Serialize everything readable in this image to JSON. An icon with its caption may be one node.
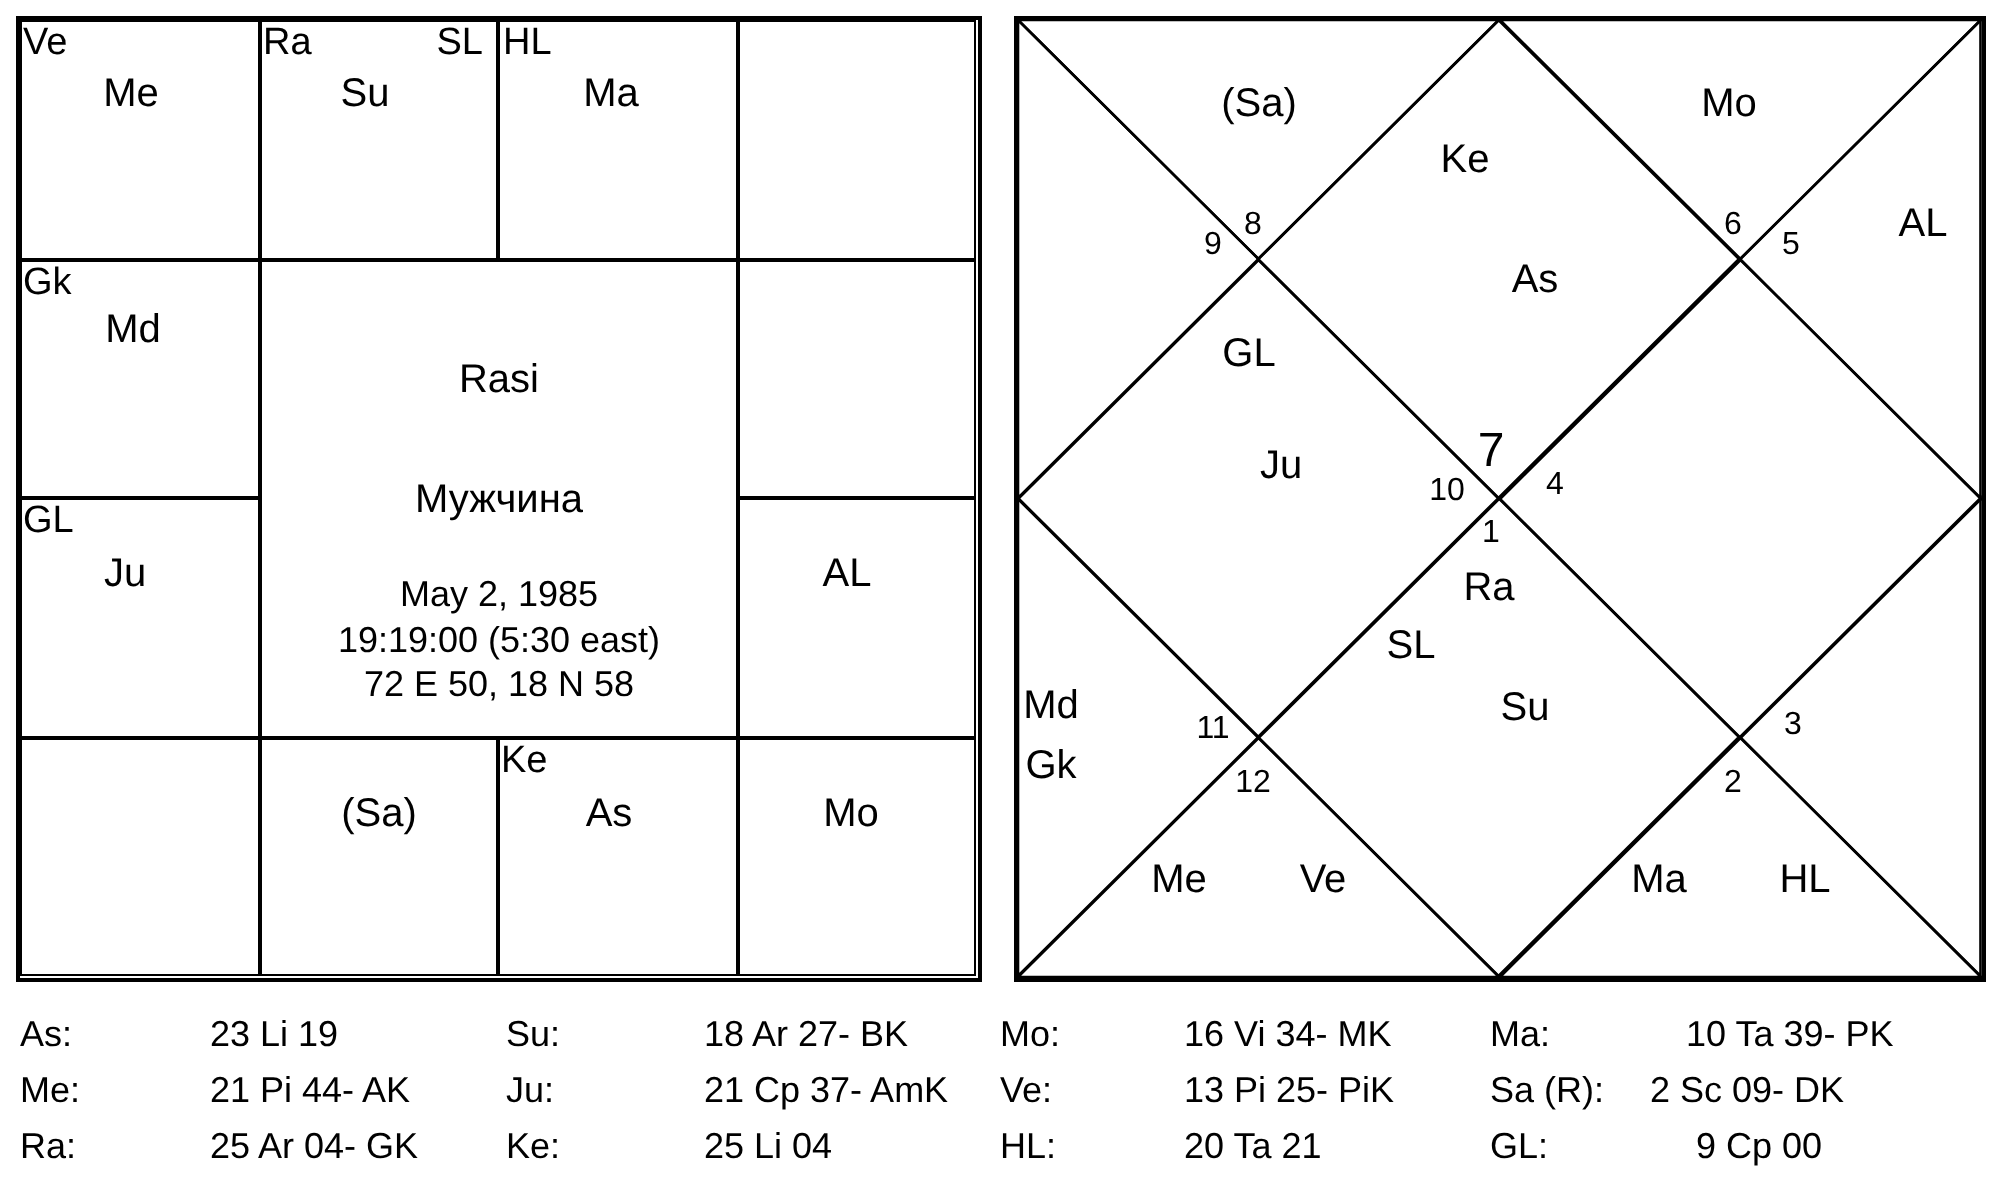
{
  "diagram": {
    "nodes": [
      {
        "text": [],
        "shape": "box"
      },
      {
        "text": [
          "Ve",
          "Me"
        ],
        "in": 0
      },
      {
        "text": [
          "Ra",
          "SL",
          "Su"
        ],
        "in": 0
      },
      {
        "text": [
          "HL",
          "Ma"
        ],
        "in": 0
      },
      {
        "text": [],
        "shape": "box",
        "in": 0
      },
      {
        "text": [
          "Gk",
          "Md"
        ],
        "in": 0
      },
      {
        "text": [
          "Rasi",
          "Мужчина",
          "May 2, 1985",
          "19:19:00 (5:30 east)",
          "72 E 50, 18 N 58"
        ],
        "in": 0
      },
      {
        "text": [],
        "shape": "box",
        "in": 0
      },
      {
        "text": [
          "GL",
          "Ju"
        ],
        "in": 0
      },
      {
        "text": [
          "AL"
        ],
        "in": 0
      },
      {
        "text": [],
        "shape": "box",
        "in": 0
      },
      {
        "text": [
          "(Sa)"
        ],
        "in": 0
      },
      {
        "text": [
          "Ke",
          "As"
        ],
        "in": 0
      },
      {
        "text": [
          "Mo"
        ],
        "in": 0
      },
      {
        "text": [],
        "shape": "box"
      },
      {
        "text": [
          "(Sa)",
          "8"
        ],
        "in": 14
      },
      {
        "text": [
          "Ke",
          "As",
          "7"
        ],
        "in": 14
      },
      {
        "text": [
          "Mo",
          "6"
        ],
        "in": 14
      },
      {
        "text": [
          "9"
        ],
        "in": 14
      },
      {
        "text": [
          "AL",
          "5"
        ],
        "in": 14
      },
      {
        "text": [
          "GL",
          "Ju",
          "10"
        ],
        "in": 14
      },
      {
        "text": [
          "4"
        ],
        "in": 14
      },
      {
        "text": [
          "1",
          "Ra",
          "SL",
          "Su"
        ],
        "in": 14
      },
      {
        "text": [
          "Md",
          "11",
          "Gk"
        ],
        "in": 14
      },
      {
        "text": [
          "3"
        ],
        "in": 14
      },
      {
        "text": [
          "12",
          "Me",
          "Ve"
        ],
        "in": 14
      },
      {
        "text": [
          "2",
          "Ma",
          "HL"
        ],
        "in": 14
      }
    ],
    "labels": [
      "As:",
      "23 Li 19",
      "Su:",
      "18 Ar 27- BK",
      "Mo:",
      "16 Vi 34- MK",
      "Ma:",
      "10 Ta 39- PK",
      "Me:",
      "21 Pi 44- AK",
      "Ju:",
      "21 Cp 37- AmK",
      "Ve:",
      "13 Pi 25- PiK",
      "Sa (R):",
      "2 Sc 09- DK",
      "Ra:",
      "25 Ar 04- GK",
      "Ke:",
      "25 Li 04",
      "HL:",
      "20 Ta 21",
      "GL:",
      "9 Cp 00"
    ]
  }
}
